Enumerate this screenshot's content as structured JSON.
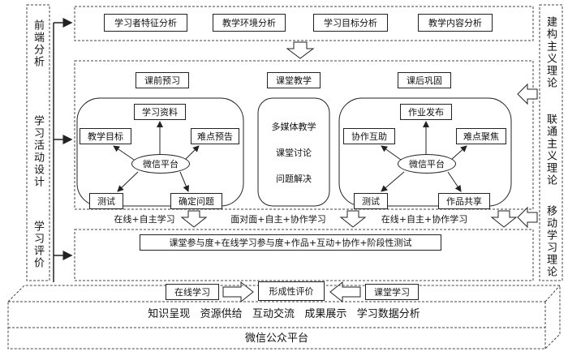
{
  "left_column": {
    "frontend_analysis": "前端分析",
    "activity_design": "学习活动设计",
    "evaluation": "学习评价"
  },
  "right_column": {
    "constructivism": "建构主义理论",
    "connectivism": "联通主义理论",
    "mobile_learning": "移动学习理论"
  },
  "analysis_row": [
    "学习者特征分析",
    "教学环境分析",
    "学习目标分析",
    "教学内容分析"
  ],
  "preview": {
    "header": "课前预习",
    "center": "微信平台",
    "nodes": {
      "materials": "学习资料",
      "goals": "教学目标",
      "difficulty_preview": "难点预告",
      "test": "测试",
      "define_problem": "确定问题"
    }
  },
  "classroom": {
    "header": "课堂教学",
    "items": [
      "多媒体教学",
      "课堂讨论",
      "问题解决"
    ]
  },
  "review": {
    "header": "课后巩固",
    "center": "微信平台",
    "nodes": {
      "assign": "作业发布",
      "collaborate": "协作互助",
      "focus": "难点聚焦",
      "test": "测试",
      "share": "作品共享"
    }
  },
  "flow_labels": {
    "online_self": "在线+自主学习",
    "face_to_face": "面对面+自主+协作学习",
    "online_self_collab": "在线+自主+协作学习"
  },
  "evaluation_box": {
    "criteria": "课堂参与度+在线学习参与度+作品+互动+协作+阶段性测试",
    "online_learning": "在线学习",
    "formative": "形成性评价",
    "classroom_learning": "课堂学习"
  },
  "bottom_platform": {
    "services": "知识呈现   资源供给   互动交流   成果展示   学习数据分析",
    "name": "微信公众平台"
  }
}
